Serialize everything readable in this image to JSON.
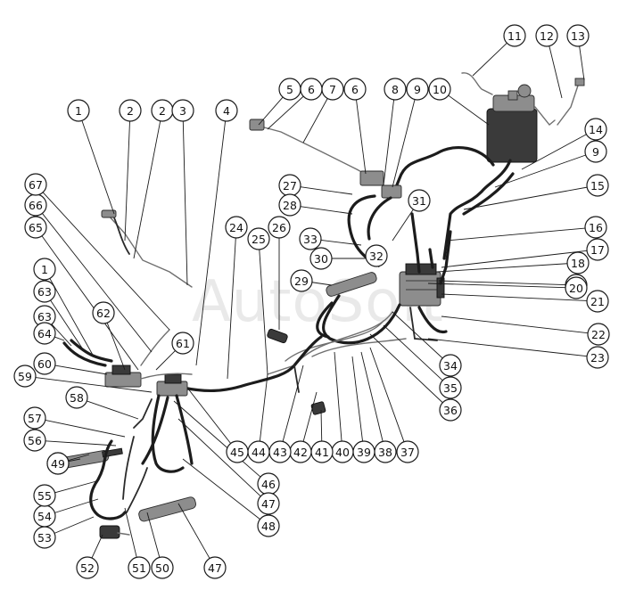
{
  "watermark": "AutoSoft",
  "callouts": [
    "1",
    "2",
    "2",
    "3",
    "4",
    "5",
    "6",
    "7",
    "6",
    "8",
    "9",
    "10",
    "11",
    "12",
    "13",
    "14",
    "9",
    "15",
    "16",
    "17",
    "18",
    "19",
    "20",
    "21",
    "22",
    "23",
    "24",
    "25",
    "26",
    "27",
    "28",
    "29",
    "30",
    "31",
    "32",
    "33",
    "34",
    "35",
    "36",
    "37",
    "38",
    "39",
    "40",
    "41",
    "42",
    "43",
    "44",
    "45",
    "46",
    "47",
    "48",
    "49",
    "50",
    "51",
    "52",
    "53",
    "54",
    "55",
    "56",
    "57",
    "58",
    "59",
    "60",
    "61",
    "62",
    "63",
    "63",
    "1",
    "64",
    "65",
    "66",
    "67",
    "47",
    "49"
  ],
  "colors": {
    "line": "#1a1a1a",
    "part": "#8d8d8d",
    "background": "#ffffff"
  }
}
